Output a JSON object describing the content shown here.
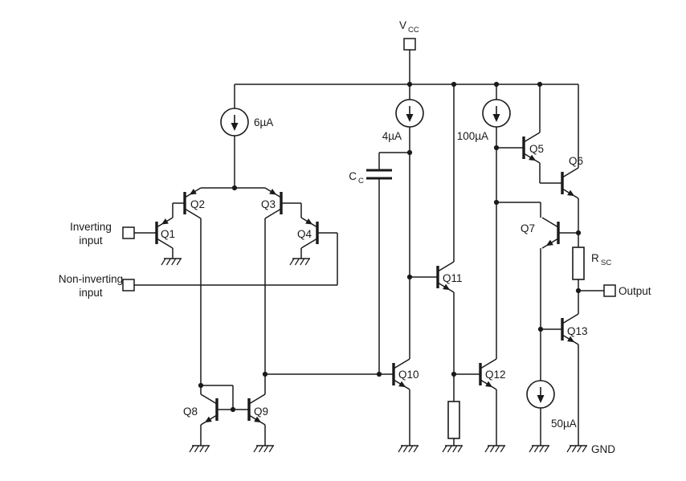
{
  "schematic": {
    "power": {
      "vcc_main": "V",
      "vcc_sub": "CC",
      "gnd": "GND"
    },
    "io": {
      "inverting_line1": "Inverting",
      "inverting_line2": "input",
      "noninverting_line1": "Non-inverting",
      "noninverting_line2": "input",
      "output": "Output"
    },
    "current_sources": {
      "i_6ua": "6µA",
      "i_4ua": "4µA",
      "i_100ua": "100µA",
      "i_50ua": "50µA"
    },
    "transistors": {
      "q1": "Q1",
      "q2": "Q2",
      "q3": "Q3",
      "q4": "Q4",
      "q5": "Q5",
      "q6": "Q6",
      "q7": "Q7",
      "q8": "Q8",
      "q9": "Q9",
      "q10": "Q10",
      "q11": "Q11",
      "q12": "Q12",
      "q13": "Q13"
    },
    "components": {
      "cap_main": "C",
      "cap_sub": "C",
      "rsc_main": "R",
      "rsc_sub": "SC"
    }
  },
  "colors": {
    "line": "#1a1a1a",
    "background": "#ffffff"
  }
}
